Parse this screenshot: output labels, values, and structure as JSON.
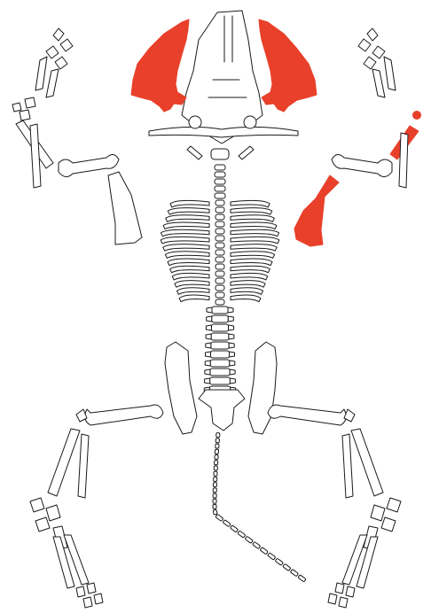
{
  "diagram": {
    "background": "#ffffff",
    "outline_color": "#1a1a1a",
    "bone_fill": "#ffffff",
    "highlight_color": "#e8402a",
    "highlighted_bones": [
      "left-mandible",
      "right-mandible",
      "right-scapula",
      "right-radius-ulna",
      "right-carpal"
    ]
  }
}
